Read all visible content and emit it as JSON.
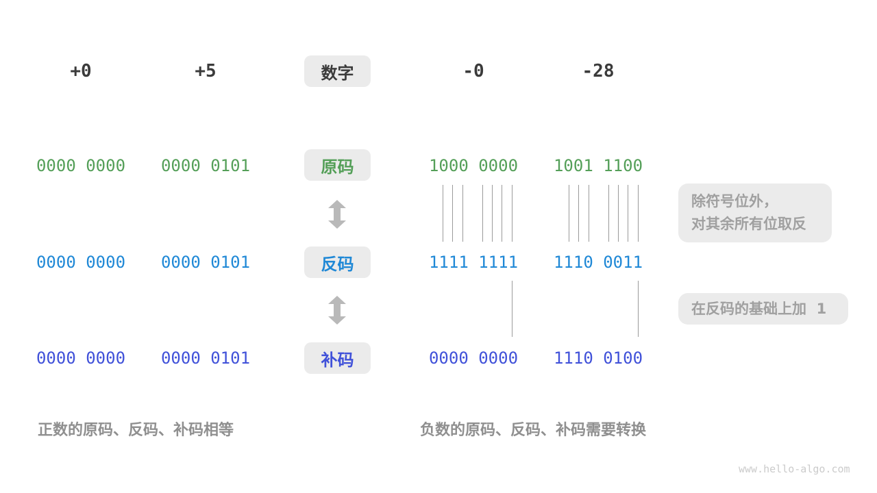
{
  "header": {
    "label": "数字",
    "values": [
      "+0",
      "+5",
      "-0",
      "-28"
    ]
  },
  "rows": [
    {
      "key": "sign-magnitude",
      "label": "原码",
      "values": [
        "0000 0000",
        "0000 0101",
        "1000 0000",
        "1001 1100"
      ]
    },
    {
      "key": "ones-complement",
      "label": "反码",
      "values": [
        "0000 0000",
        "0000 0101",
        "1111 1111",
        "1110 0011"
      ]
    },
    {
      "key": "twos-complement",
      "label": "补码",
      "values": [
        "0000 0000",
        "0000 0101",
        "0000 0000",
        "1110 0100"
      ]
    }
  ],
  "annotations": {
    "invert_line1": "除符号位外，",
    "invert_line2": "对其余所有位取反",
    "add_one": "在反码的基础上加  1"
  },
  "captions": {
    "positive": "正数的原码、反码、补码相等",
    "negative": "负数的原码、反码、补码需要转换"
  },
  "watermark": "www.hello-algo.com",
  "colors": {
    "sign_magnitude_green": "#549f58",
    "ones_complement_blue": "#1f88d6",
    "twos_complement_indigo": "#4051d9",
    "tag_background": "#ebebeb",
    "dark_text": "#3b3b3b",
    "muted_gray": "#9a9a9a"
  }
}
